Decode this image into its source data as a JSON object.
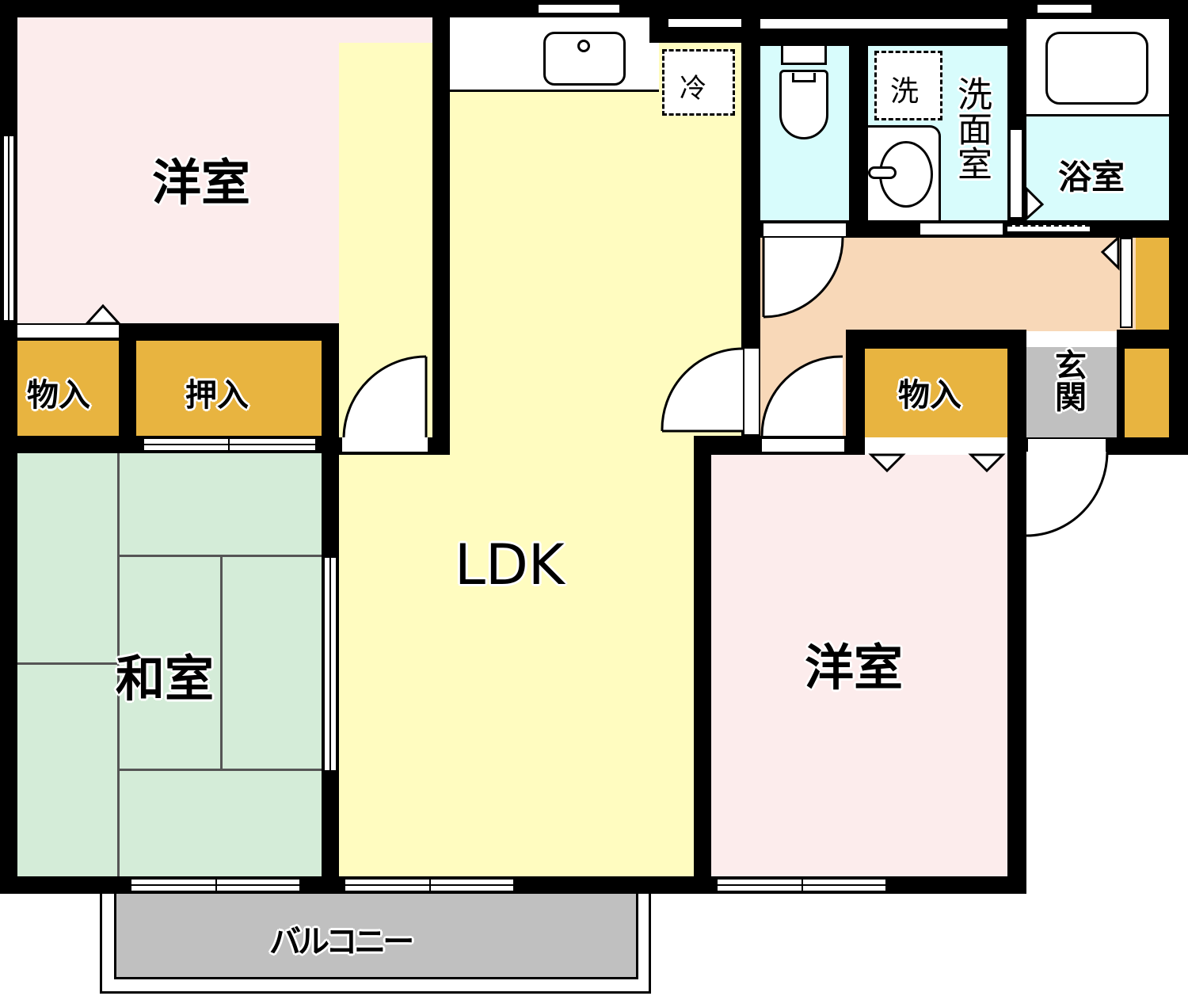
{
  "diagram": {
    "type": "floor-plan",
    "layout": "2LDK + 和室"
  },
  "rooms": {
    "western_room_top": {
      "label": "洋室",
      "color": "#fcecec"
    },
    "closet_left": {
      "label": "物入",
      "color": "#e8b440"
    },
    "oshiire": {
      "label": "押入",
      "color": "#e8b440"
    },
    "japanese_room": {
      "label": "和室",
      "color": "#d4ecd8"
    },
    "ldk": {
      "label": "LDK",
      "color": "#fffcc0"
    },
    "fridge": {
      "label": "冷"
    },
    "toilet": {
      "color": "#d8fcfc"
    },
    "washroom": {
      "label": "洗面室",
      "color": "#d8fcfc"
    },
    "washing_machine": {
      "label": "洗"
    },
    "bathroom": {
      "label": "浴室",
      "color": "#d8fcfc"
    },
    "hallway": {
      "color": "#f8d8b8"
    },
    "closet_right": {
      "label": "物入",
      "color": "#e8b440"
    },
    "entrance": {
      "label": "玄関",
      "color": "#c0c0c0"
    },
    "shoe_cabinet": {
      "color": "#e8b440"
    },
    "western_room_bottom": {
      "label": "洋室",
      "color": "#fcecec"
    },
    "balcony": {
      "label": "バルコニー",
      "color": "#c0c0c0"
    }
  },
  "colors": {
    "wall": "#000000",
    "tatami_line": "#555555"
  }
}
